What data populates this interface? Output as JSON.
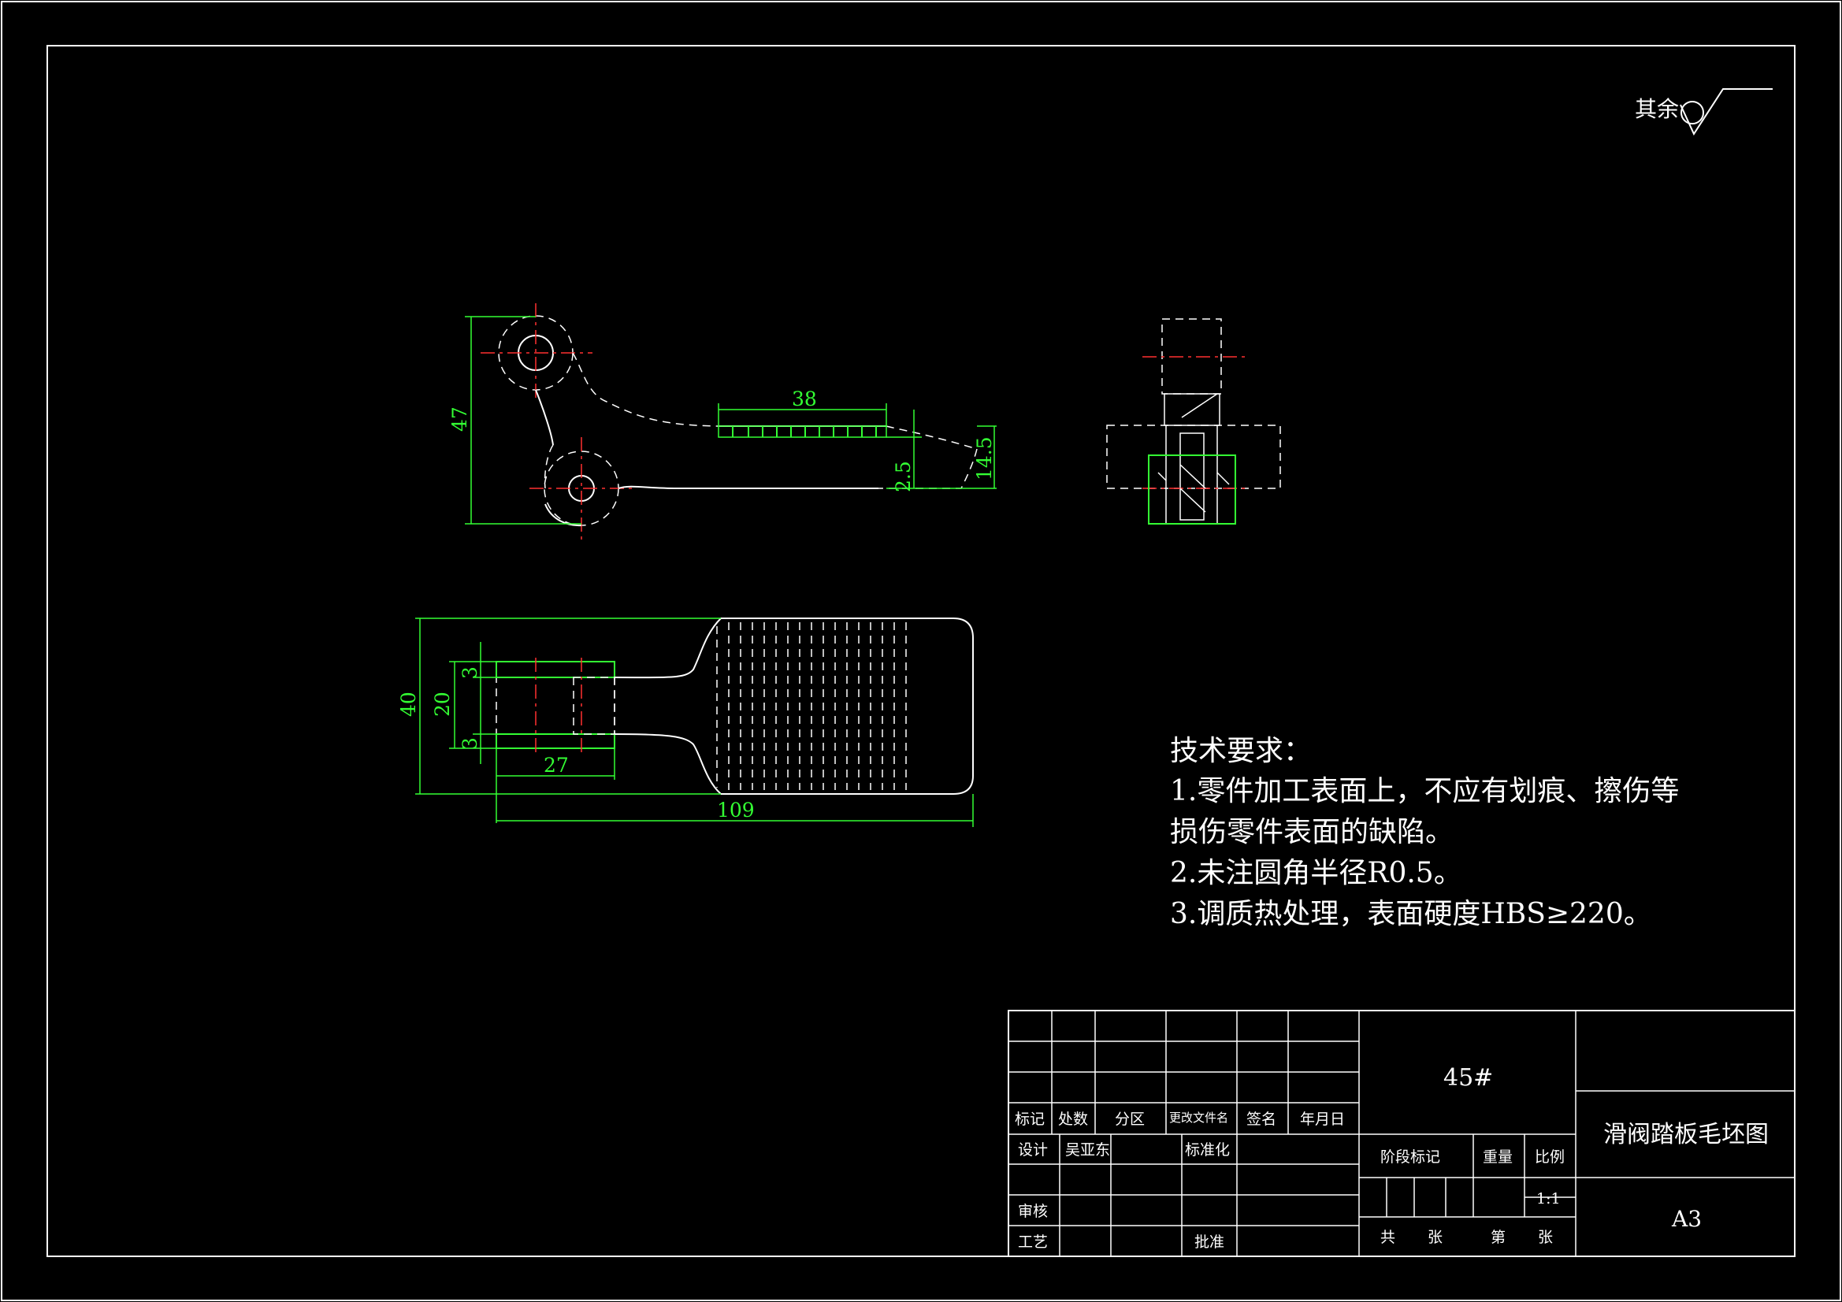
{
  "surface_roughness": {
    "label": "其余"
  },
  "dimensions": {
    "d47": "47",
    "d38": "38",
    "d2_5": "2.5",
    "d14_5": "14.5",
    "d40": "40",
    "d20": "20",
    "d3a": "3",
    "d3b": "3",
    "d27": "27",
    "d109": "109"
  },
  "tech_requirements": {
    "title": "技术要求：",
    "line1": "1.零件加工表面上，不应有划痕、擦伤等",
    "line2": "损伤零件表面的缺陷。",
    "line3": "2.未注圆角半径R0.5。",
    "line4": "3.调质热处理，表面硬度HBS≥220。"
  },
  "title_block": {
    "material": "45#",
    "drawing_title": "滑阀踏板毛坯图",
    "sheet_size": "A3",
    "hdr_mark": "标记",
    "hdr_count": "处数",
    "hdr_zone": "分区",
    "hdr_docno": "更改文件名",
    "hdr_sign": "签名",
    "hdr_date": "年月日",
    "design_label": "设计",
    "designer": "吴亚东",
    "standardize": "标准化",
    "review": "审核",
    "process": "工艺",
    "approve": "批准",
    "stage_mark": "阶段标记",
    "weight": "重量",
    "scale_label": "比例",
    "scale_value": "1:1",
    "total": "共",
    "sheets1": "张",
    "number": "第",
    "sheets2": "张"
  },
  "colors": {
    "background": "#000000",
    "lines": "#ffffff",
    "dimension": "#33ff33",
    "centerline": "#ff3030"
  }
}
